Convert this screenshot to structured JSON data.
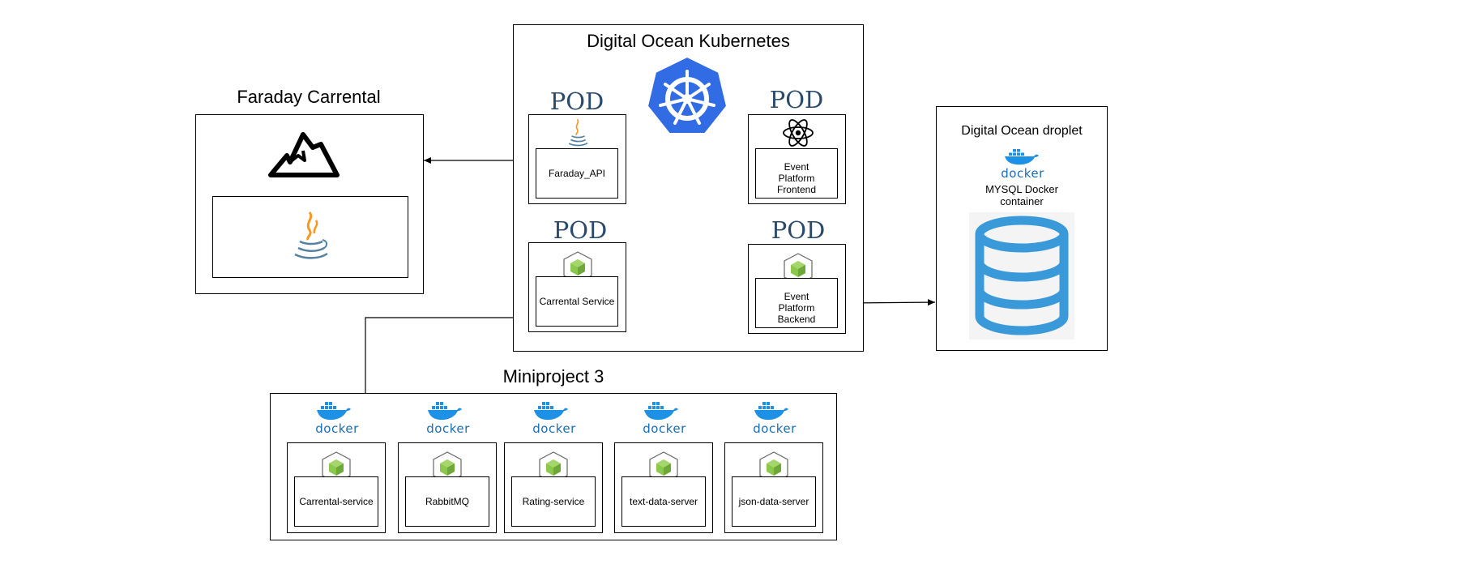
{
  "groups": {
    "faraday": {
      "title": "Faraday Carrental"
    },
    "k8s": {
      "title": "Digital Ocean Kubernetes"
    },
    "droplet": {
      "title": "Digital Ocean droplet",
      "db_label": "MYSQL Docker container",
      "docker_word": "docker"
    },
    "mini": {
      "title": "Miniproject 3"
    }
  },
  "pods": {
    "label": "POD",
    "faraday_api": "Faraday_API",
    "frontend": "Event Platform Frontend",
    "carrental": "Carrental Service",
    "backend": "Event Platform Backend"
  },
  "mini_services": [
    {
      "label": "Carrental-service",
      "docker_word": "docker"
    },
    {
      "label": "RabbitMQ",
      "docker_word": "docker"
    },
    {
      "label": "Rating-service",
      "docker_word": "docker"
    },
    {
      "label": "text-data-server",
      "docker_word": "docker"
    },
    {
      "label": "json-data-server",
      "docker_word": "docker"
    }
  ],
  "colors": {
    "k8s_blue": "#326ce5",
    "docker_blue": "#1d91e6",
    "docker_dark": "#1a6db5",
    "node_green": "#8cc84b",
    "java_blue": "#5382a1",
    "java_orange": "#f89820",
    "db_blue": "#3a9ad9",
    "react_black": "#000000",
    "pod_text": "#2a4a6b"
  },
  "icons": {
    "kubernetes": "kubernetes-icon",
    "java": "java-icon",
    "react": "react-icon",
    "nodejs": "nodejs-icon",
    "docker": "docker-icon",
    "database": "database-icon",
    "iceberg": "iceberg-logo-icon"
  }
}
